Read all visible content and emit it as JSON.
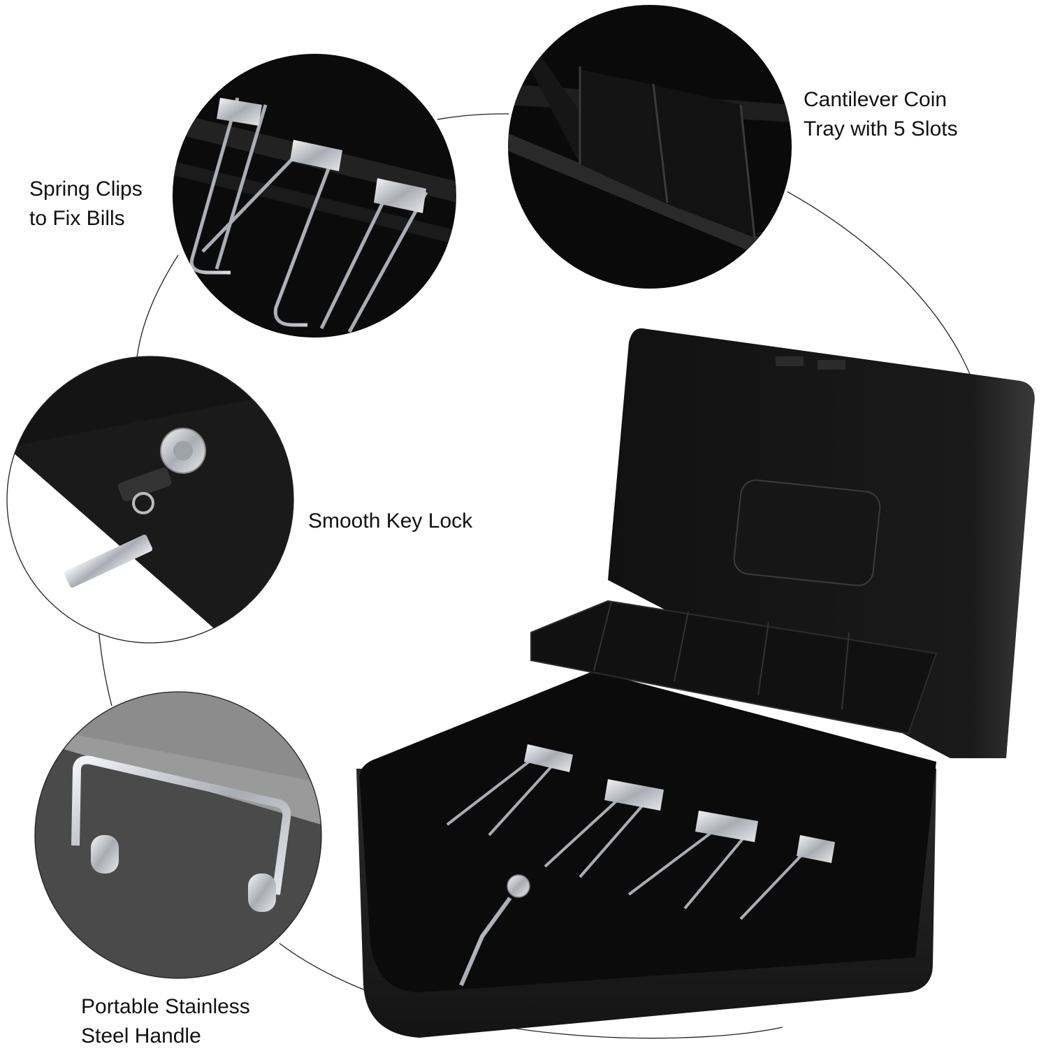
{
  "features": {
    "spring_clips": {
      "line1": "Spring Clips",
      "line2": "to Fix Bills"
    },
    "coin_tray": {
      "line1": "Cantilever Coin",
      "line2": "Tray with 5 Slots"
    },
    "key_lock": {
      "line1": "Smooth Key Lock"
    },
    "handle": {
      "line1": "Portable Stainless",
      "line2": "Steel Handle"
    }
  },
  "colors": {
    "background": "#ffffff",
    "box_body": "#1c1c1c",
    "box_interior": "#0d0d0d",
    "chrome": "#c9ccd0",
    "outline": "#222222"
  }
}
